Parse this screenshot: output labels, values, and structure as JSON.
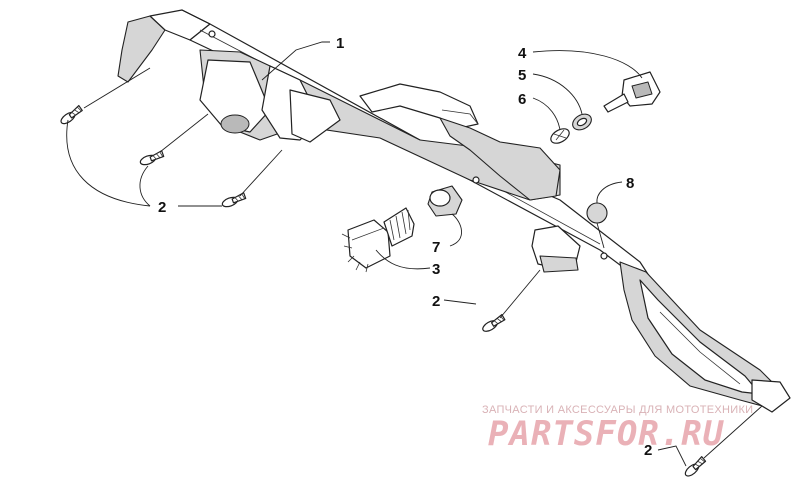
{
  "callouts": [
    {
      "id": "c1",
      "label": "1"
    },
    {
      "id": "c2a",
      "label": "2"
    },
    {
      "id": "c2b",
      "label": "2"
    },
    {
      "id": "c2c",
      "label": "2"
    },
    {
      "id": "c3",
      "label": "3"
    },
    {
      "id": "c4",
      "label": "4"
    },
    {
      "id": "c5",
      "label": "5"
    },
    {
      "id": "c6",
      "label": "6"
    },
    {
      "id": "c7",
      "label": "7"
    },
    {
      "id": "c8",
      "label": "8"
    }
  ],
  "watermark": {
    "tagline": "ЗАПЧАСТИ И АКСЕССУАРЫ ДЛЯ МОТОТЕХНИКИ",
    "logo": "PARTSFOR.RU",
    "color": "#e7a4ab"
  }
}
